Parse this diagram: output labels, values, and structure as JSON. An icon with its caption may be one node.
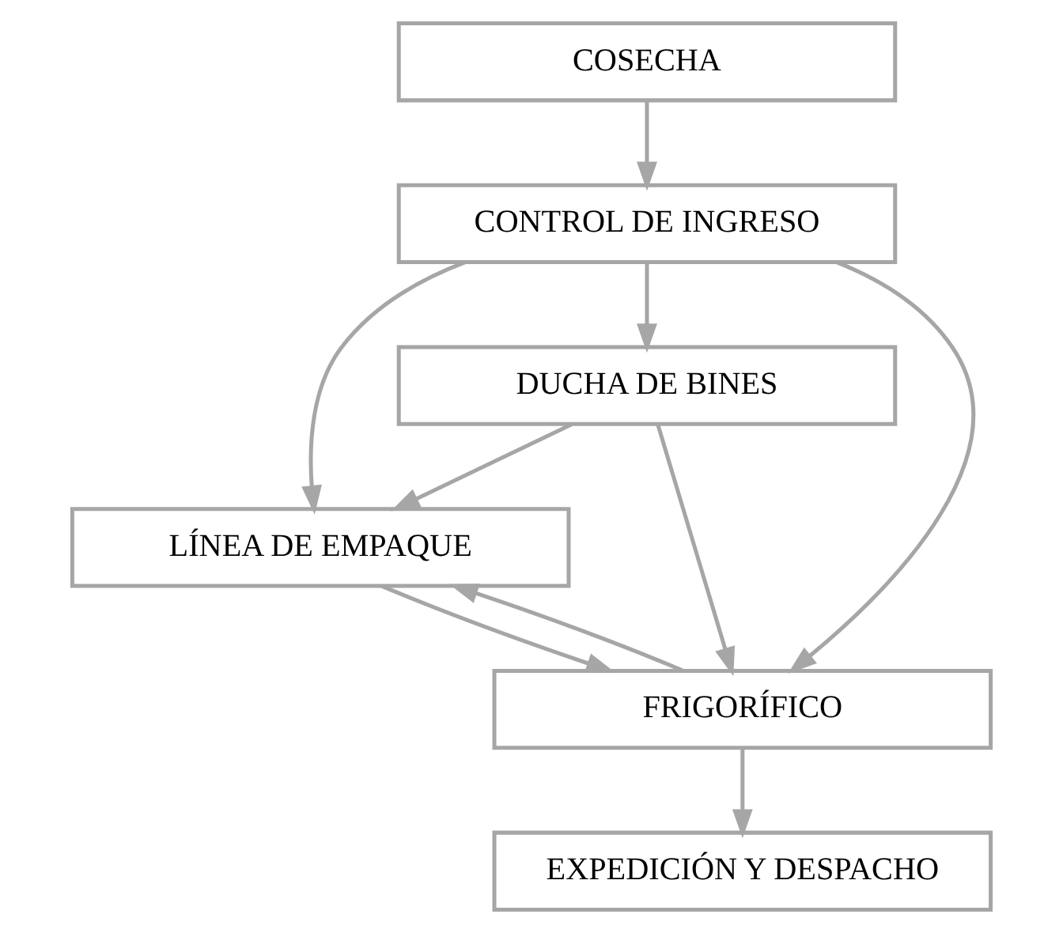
{
  "diagram": {
    "nodes": [
      {
        "text": [
          "COSECHA"
        ]
      },
      {
        "text": [
          "CONTROL DE INGRESO"
        ]
      },
      {
        "text": [
          "DUCHA DE BINES"
        ]
      },
      {
        "text": [
          "LÍNEA DE EMPAQUE"
        ]
      },
      {
        "text": [
          "FRIGORÍFICO"
        ]
      },
      {
        "text": [
          "EXPEDICIÓN Y DESPACHO"
        ]
      }
    ],
    "edges": [
      {
        "from": 0,
        "to": 1,
        "arrow": "to"
      },
      {
        "from": 1,
        "to": 2,
        "arrow": "to"
      },
      {
        "from": 1,
        "to": 3,
        "arrow": "to"
      },
      {
        "from": 1,
        "to": 4,
        "arrow": "to"
      },
      {
        "from": 2,
        "to": 3,
        "arrow": "to"
      },
      {
        "from": 2,
        "to": 4,
        "arrow": "to"
      },
      {
        "from": 3,
        "to": 4,
        "arrow": "to"
      },
      {
        "from": 4,
        "to": 3,
        "arrow": "to"
      },
      {
        "from": 4,
        "to": 5,
        "arrow": "to"
      }
    ]
  }
}
